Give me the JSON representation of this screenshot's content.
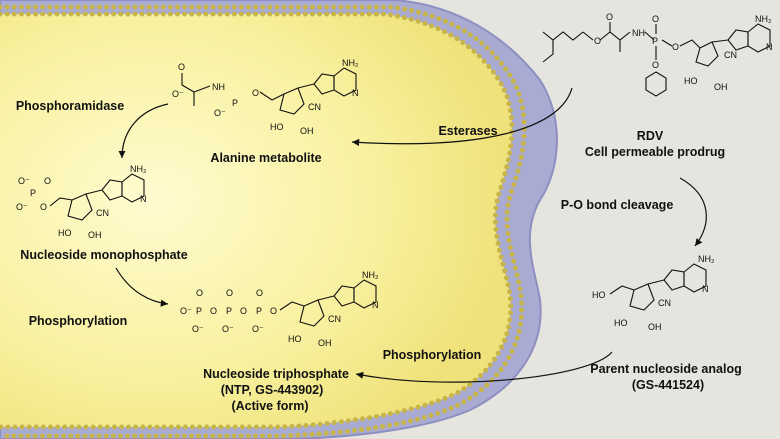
{
  "colors": {
    "background": "#e6e4df",
    "membrane": "#a7a9cf",
    "cytoplasm": "#f7f2a2",
    "lipid_beads": "#c7b54a"
  },
  "molecules": {
    "rdv": {
      "label": "RDV",
      "sublabel": "Cell permeable prodrug"
    },
    "alanine": {
      "label": "Alanine metabolite"
    },
    "monophosphate": {
      "label": "Nucleoside monophosphate"
    },
    "triphosphate": {
      "label_line1": "Nucleoside triphosphate",
      "label_line2": "(NTP, GS-443902)",
      "label_line3": "(Active form)"
    },
    "parent": {
      "label_line1": "Parent nucleoside analog",
      "label_line2": "(GS-441524)"
    }
  },
  "steps": {
    "esterases": "Esterases",
    "phosphoramidase": "Phosphoramidase",
    "po_cleavage": "P-O bond cleavage",
    "phosphorylation_left": "Phosphorylation",
    "phosphorylation_right": "Phosphorylation"
  },
  "atoms": {
    "nh2": "NH₂",
    "n": "N",
    "cn": "CN",
    "ho": "HO",
    "oh": "OH",
    "o": "O",
    "p": "P",
    "nh": "NH",
    "ominus": "O⁻"
  },
  "icons": [
    "membrane-shape",
    "cell-interior",
    "reaction-arrow"
  ]
}
